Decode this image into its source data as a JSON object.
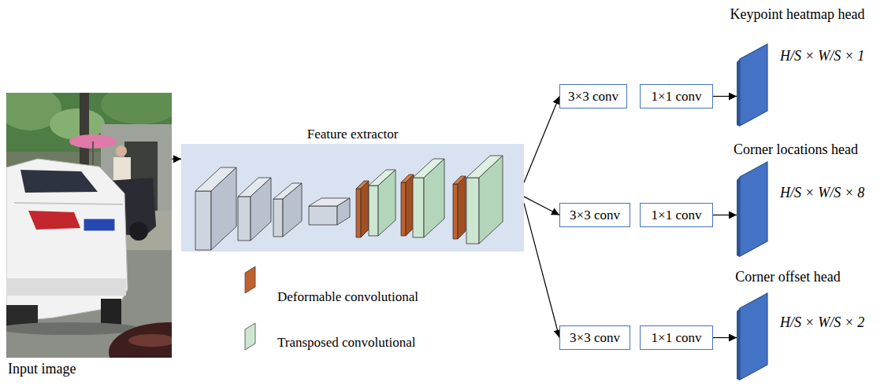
{
  "diagram": {
    "nodes": [
      {
        "text": [
          "Input image"
        ]
      },
      {
        "text": [
          "Feature extractor"
        ]
      },
      {
        "text": [
          "3×3 conv"
        ]
      },
      {
        "text": [
          "1×1 conv"
        ]
      },
      {
        "text": [
          "Keypoint heatmap head",
          "H/S × W/S × 1"
        ]
      },
      {
        "text": [
          "3×3 conv"
        ]
      },
      {
        "text": [
          "1×1 conv"
        ]
      },
      {
        "text": [
          "Corner locations head",
          "H/S × W/S × 8"
        ]
      },
      {
        "text": [
          "3×3 conv"
        ]
      },
      {
        "text": [
          "1×1 conv"
        ]
      },
      {
        "text": [
          "Corner offset head",
          "H/S × W/S × 2"
        ]
      }
    ],
    "edges": [
      {
        "from": 0,
        "to": 1,
        "arrow": "to"
      },
      {
        "from": 1,
        "to": 2,
        "arrow": "to"
      },
      {
        "from": 1,
        "to": 5,
        "arrow": "to"
      },
      {
        "from": 1,
        "to": 8,
        "arrow": "to"
      },
      {
        "from": 3,
        "to": 4,
        "arrow": "to"
      },
      {
        "from": 6,
        "to": 7,
        "arrow": "to"
      },
      {
        "from": 9,
        "to": 10,
        "arrow": "to"
      }
    ],
    "legend": [
      {
        "text": "Deformable convolutional",
        "color": "#c0622e"
      },
      {
        "text": "Transposed convolutional",
        "color": "#cde6d2"
      }
    ]
  }
}
